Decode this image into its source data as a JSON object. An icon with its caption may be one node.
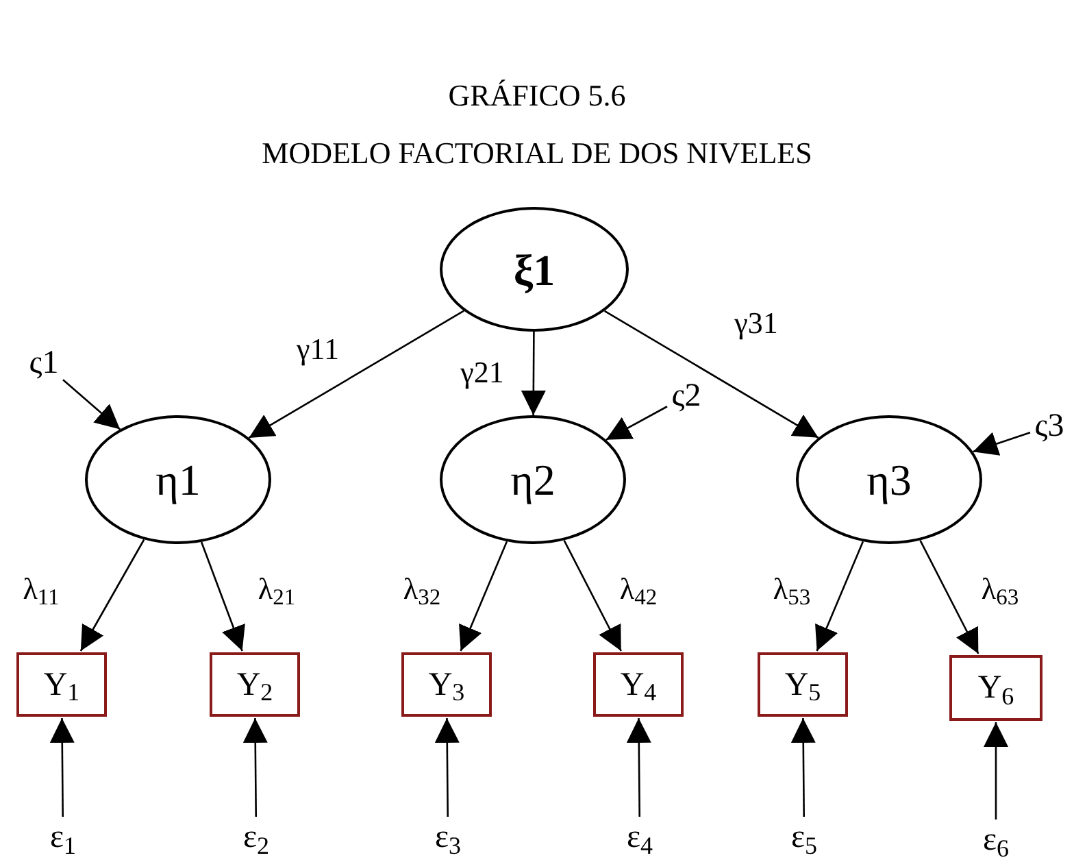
{
  "diagram": {
    "title": "GRÁFICO 5.6",
    "caption": "MODELO FACTORIAL DE DOS NIVELES",
    "nodes": [
      {
        "text": [
          "ξ1"
        ]
      },
      {
        "text": [
          "η1"
        ]
      },
      {
        "text": [
          "η2"
        ]
      },
      {
        "text": [
          "η3"
        ]
      },
      {
        "text": [
          "Y$_{1}$"
        ]
      },
      {
        "text": [
          "Y$_{2}$"
        ]
      },
      {
        "text": [
          "Y$_{3}$"
        ]
      },
      {
        "text": [
          "Y$_{4}$"
        ]
      },
      {
        "text": [
          "Y$_{5}$"
        ]
      },
      {
        "text": [
          "Y$_{6}$"
        ]
      },
      {
        "text": [
          "ε$_{1}$"
        ]
      },
      {
        "text": [
          "ε$_{2}$"
        ]
      },
      {
        "text": [
          "ε$_{3}$"
        ]
      },
      {
        "text": [
          "ε$_{4}$"
        ]
      },
      {
        "text": [
          "ε$_{5}$"
        ]
      },
      {
        "text": [
          "ε$_{6}$"
        ]
      },
      {
        "text": [
          "ς1"
        ]
      },
      {
        "text": [
          "ς2"
        ]
      },
      {
        "text": [
          "ς3"
        ]
      }
    ],
    "edges": [
      {
        "from": 0,
        "to": 1,
        "arrow": "to",
        "label": "γ11"
      },
      {
        "from": 0,
        "to": 2,
        "arrow": "to",
        "label": "γ21"
      },
      {
        "from": 0,
        "to": 3,
        "arrow": "to",
        "label": "γ31"
      },
      {
        "from": 16,
        "to": 1,
        "arrow": "to"
      },
      {
        "from": 17,
        "to": 2,
        "arrow": "to"
      },
      {
        "from": 18,
        "to": 3,
        "arrow": "to"
      },
      {
        "from": 1,
        "to": 4,
        "arrow": "to",
        "label": "λ$_{11}$"
      },
      {
        "from": 1,
        "to": 5,
        "arrow": "to",
        "label": "λ$_{21}$"
      },
      {
        "from": 2,
        "to": 6,
        "arrow": "to",
        "label": "λ$_{32}$"
      },
      {
        "from": 2,
        "to": 7,
        "arrow": "to",
        "label": "λ$_{42}$"
      },
      {
        "from": 3,
        "to": 8,
        "arrow": "to",
        "label": "λ$_{53}$"
      },
      {
        "from": 3,
        "to": 9,
        "arrow": "to",
        "label": "λ$_{63}$"
      },
      {
        "from": 10,
        "to": 4,
        "arrow": "to"
      },
      {
        "from": 11,
        "to": 5,
        "arrow": "to"
      },
      {
        "from": 12,
        "to": 6,
        "arrow": "to"
      },
      {
        "from": 13,
        "to": 7,
        "arrow": "to"
      },
      {
        "from": 14,
        "to": 8,
        "arrow": "to"
      },
      {
        "from": 15,
        "to": 9,
        "arrow": "to"
      }
    ]
  }
}
